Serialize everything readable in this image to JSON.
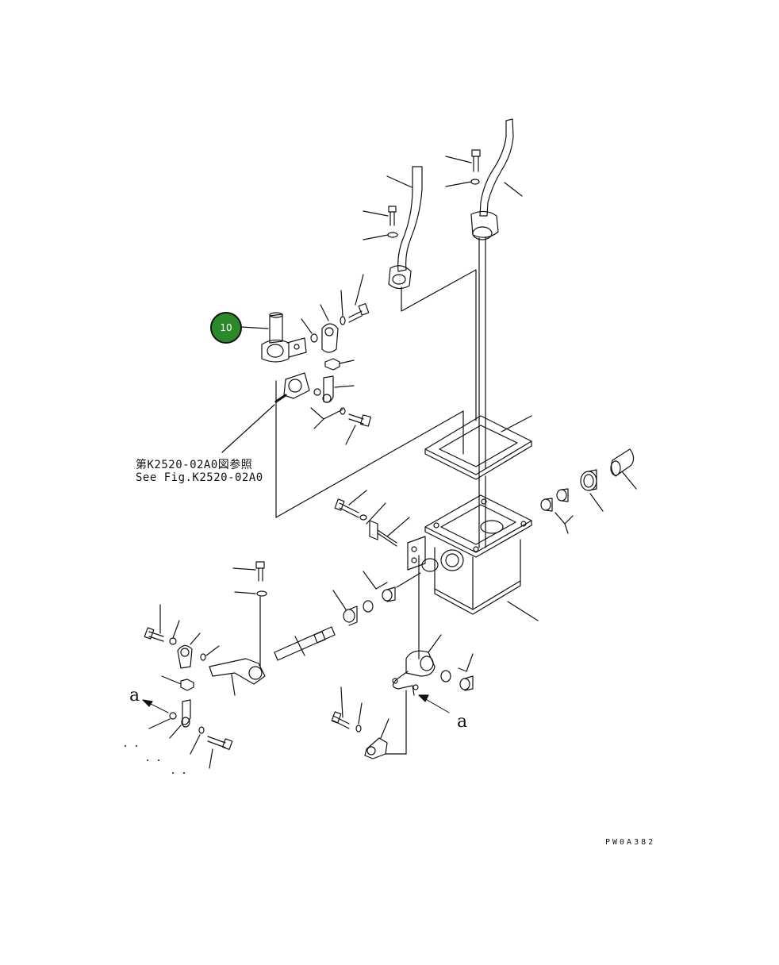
{
  "callout": {
    "number": "10",
    "color": "#2a8a2a"
  },
  "reference": {
    "jp": "第K2520-02A0図参照",
    "en": "See Fig.K2520-02A0"
  },
  "view_labels": [
    "a",
    "a"
  ],
  "drawing_number": "PW0A382"
}
